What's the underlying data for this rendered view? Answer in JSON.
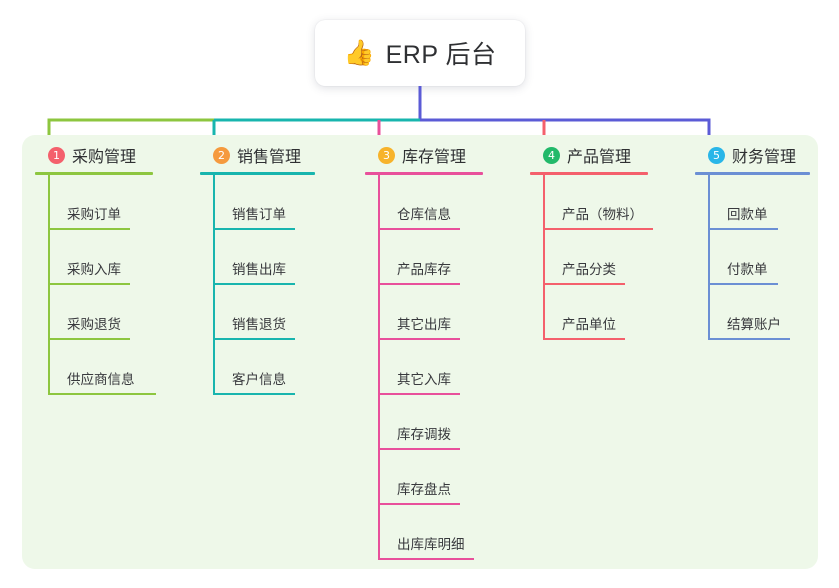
{
  "root": {
    "icon": "thumbs-up-icon",
    "emoji": "👍",
    "title": "ERP 后台"
  },
  "connector_colors": {
    "segment_1": "#8dc63f",
    "segment_2": "#18b5ae",
    "segment_3": "#e8509b",
    "segment_4": "#f4606c",
    "segment_5": "#5b5bd6",
    "bus_left": "#8dc63f",
    "bus_mid": "#18b5ae",
    "bus_right": "#5b5bd6",
    "root_drop": "#5b5bd6"
  },
  "panel": {
    "background": "#eef8e9"
  },
  "columns": [
    {
      "number": "1",
      "label": "采购管理",
      "badge_color": "#f4606c",
      "line_color": "#8dc63f",
      "rule_width": 118,
      "items": [
        {
          "label": "采购订单",
          "rule_width": 82
        },
        {
          "label": "采购入库",
          "rule_width": 82
        },
        {
          "label": "采购退货",
          "rule_width": 82
        },
        {
          "label": "供应商信息",
          "rule_width": 108
        }
      ]
    },
    {
      "number": "2",
      "label": "销售管理",
      "badge_color": "#f59a3e",
      "line_color": "#18b5ae",
      "rule_width": 115,
      "items": [
        {
          "label": "销售订单",
          "rule_width": 82
        },
        {
          "label": "销售出库",
          "rule_width": 82
        },
        {
          "label": "销售退货",
          "rule_width": 82
        },
        {
          "label": "客户信息",
          "rule_width": 82
        }
      ]
    },
    {
      "number": "3",
      "label": "库存管理",
      "badge_color": "#f7b32b",
      "line_color": "#e8509b",
      "rule_width": 118,
      "items": [
        {
          "label": "仓库信息",
          "rule_width": 82
        },
        {
          "label": "产品库存",
          "rule_width": 82
        },
        {
          "label": "其它出库",
          "rule_width": 82
        },
        {
          "label": "其它入库",
          "rule_width": 82
        },
        {
          "label": "库存调拨",
          "rule_width": 82
        },
        {
          "label": "库存盘点",
          "rule_width": 82
        },
        {
          "label": "出库库明细",
          "rule_width": 96
        }
      ]
    },
    {
      "number": "4",
      "label": "产品管理",
      "badge_color": "#22b96a",
      "line_color": "#f4606c",
      "rule_width": 118,
      "items": [
        {
          "label": "产品（物料）",
          "rule_width": 110
        },
        {
          "label": "产品分类",
          "rule_width": 82
        },
        {
          "label": "产品单位",
          "rule_width": 82
        }
      ]
    },
    {
      "number": "5",
      "label": "财务管理",
      "badge_color": "#29b6e8",
      "line_color": "#6b8fd4",
      "rule_width": 115,
      "items": [
        {
          "label": "回款单",
          "rule_width": 70
        },
        {
          "label": "付款单",
          "rule_width": 70
        },
        {
          "label": "结算账户",
          "rule_width": 82
        }
      ]
    }
  ]
}
